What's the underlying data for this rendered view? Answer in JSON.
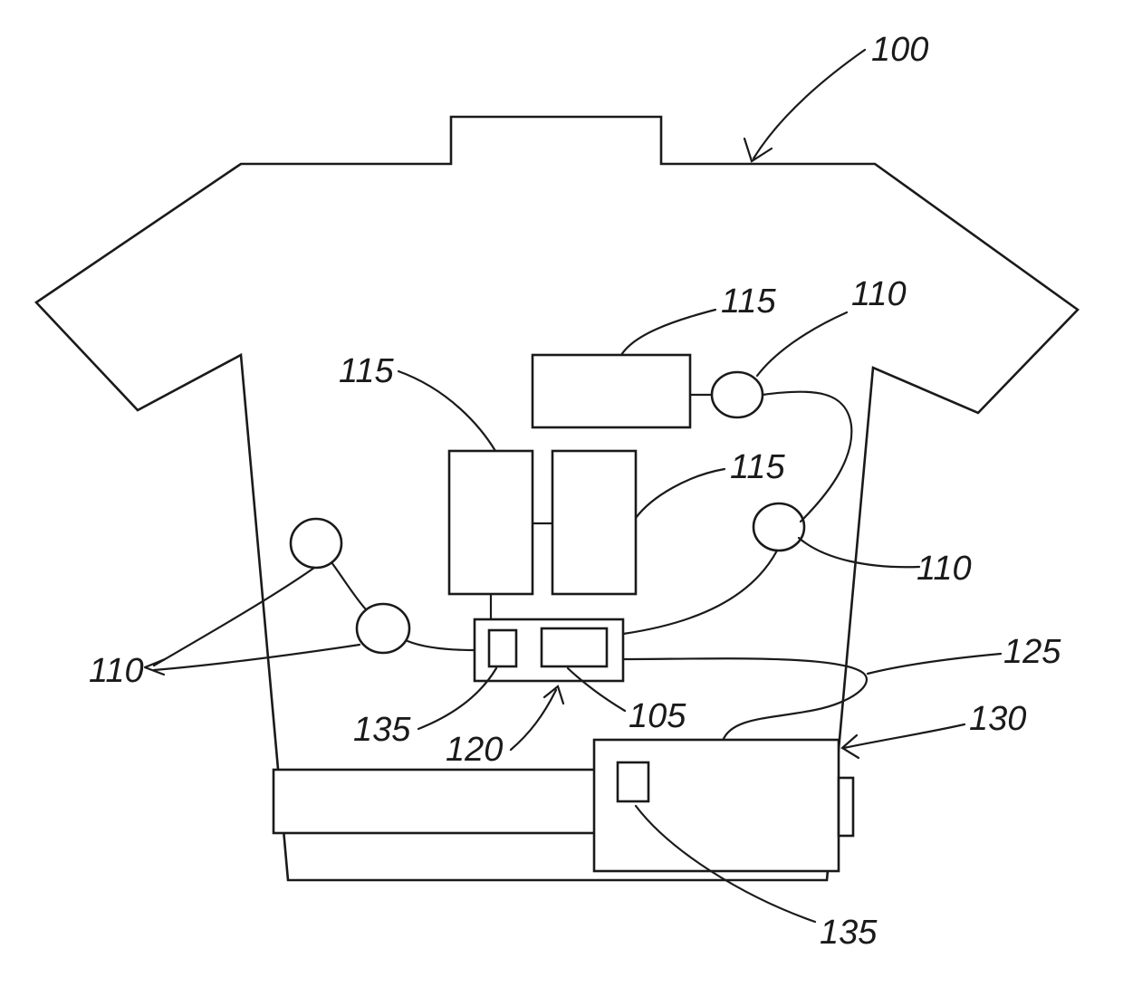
{
  "figure": {
    "labels": {
      "garment": "100",
      "sensor_top": "110",
      "sensor_right": "110",
      "sensors_left": "110",
      "block_top": "115",
      "block_left": "115",
      "block_right": "115",
      "hub": "120",
      "processor": "105",
      "hub_indicator": "135",
      "cable": "125",
      "belt_unit": "130",
      "belt_indicator": "135"
    }
  }
}
